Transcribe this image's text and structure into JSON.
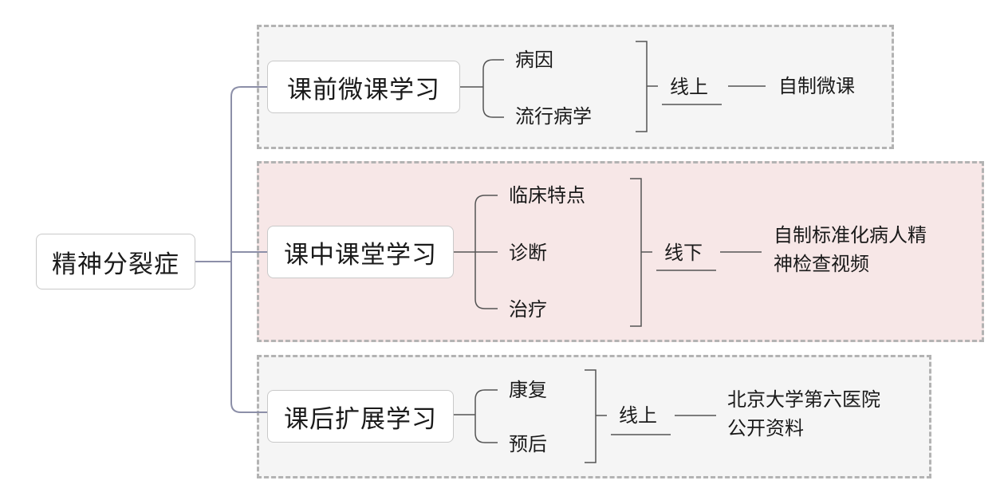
{
  "root": {
    "label": "精神分裂症"
  },
  "branches": [
    {
      "label": "课前微课学习",
      "topics": [
        "病因",
        "流行病学"
      ],
      "mode": "线上",
      "resource": [
        "自制微课"
      ]
    },
    {
      "label": "课中课堂学习",
      "topics": [
        "临床特点",
        "诊断",
        "治疗"
      ],
      "mode": "线下",
      "resource": [
        "自制标准化病人精",
        "神检查视频"
      ]
    },
    {
      "label": "课后扩展学习",
      "topics": [
        "康复",
        "预后"
      ],
      "mode": "线上",
      "resource": [
        "北京大学第六医院",
        "公开资料"
      ]
    }
  ],
  "colors": {
    "group_online_bg": "#f5f5f5",
    "group_offline_bg": "#f7e7e7",
    "group_border": "#b3b3b3",
    "connector": "#8c8fa8",
    "text": "#1a1a1a"
  }
}
